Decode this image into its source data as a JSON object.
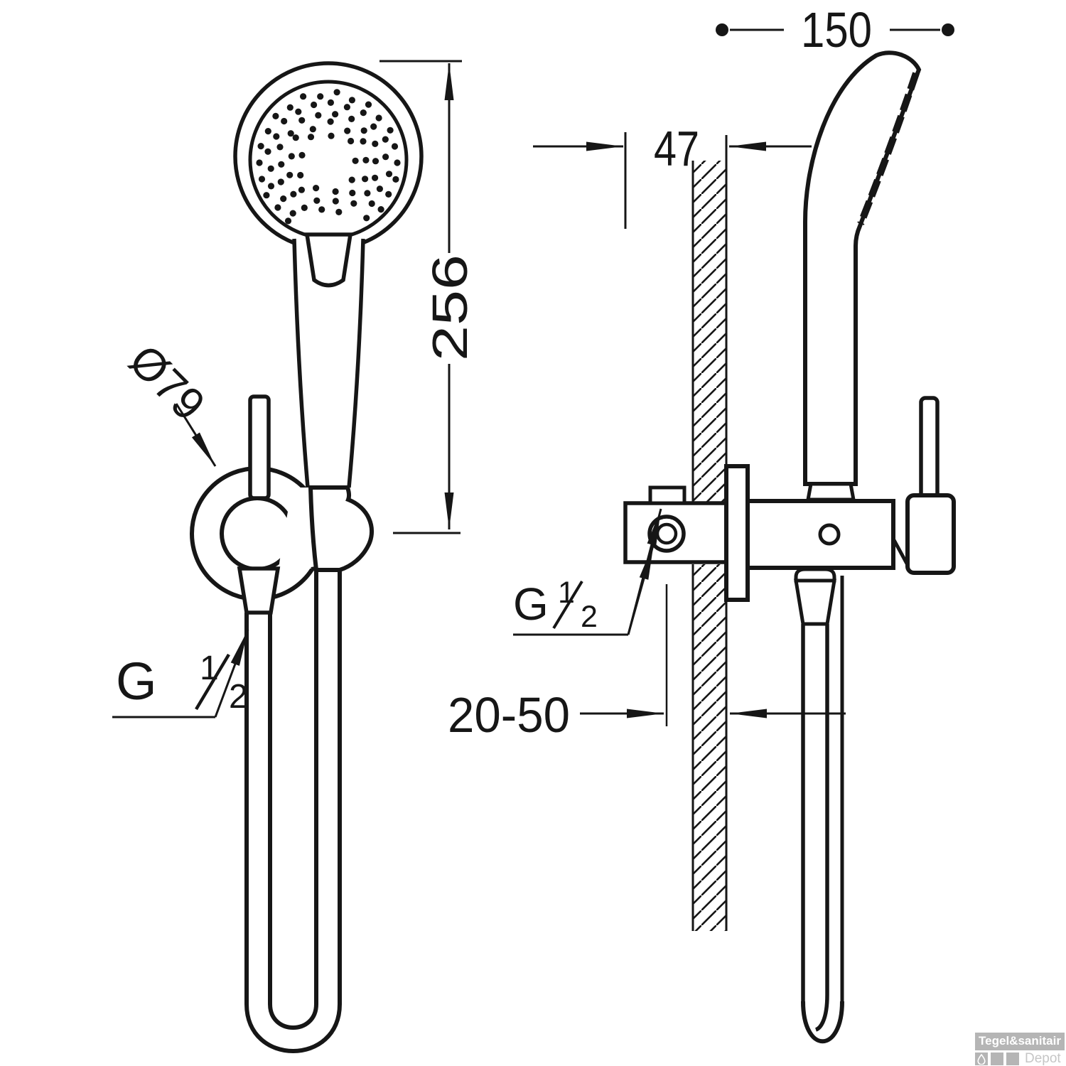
{
  "drawing": {
    "title": "shower-set-technical-drawing",
    "dimensions": {
      "top_width": "150",
      "wall_offset": "47",
      "head_length": "256",
      "holder_diameter": "Ø79",
      "depth_range": "20-50"
    },
    "thread": {
      "letter": "G",
      "fraction_numerator": "1",
      "fraction_denominator": "2"
    }
  },
  "watermark": {
    "brand": "Tegel&sanitair",
    "sub": "Depot"
  },
  "colors": {
    "line": "#161616",
    "background": "#ffffff",
    "watermark_bg": "#b5b5b5",
    "watermark_text": "#ffffff",
    "watermark_sub": "#c6c6c6"
  }
}
